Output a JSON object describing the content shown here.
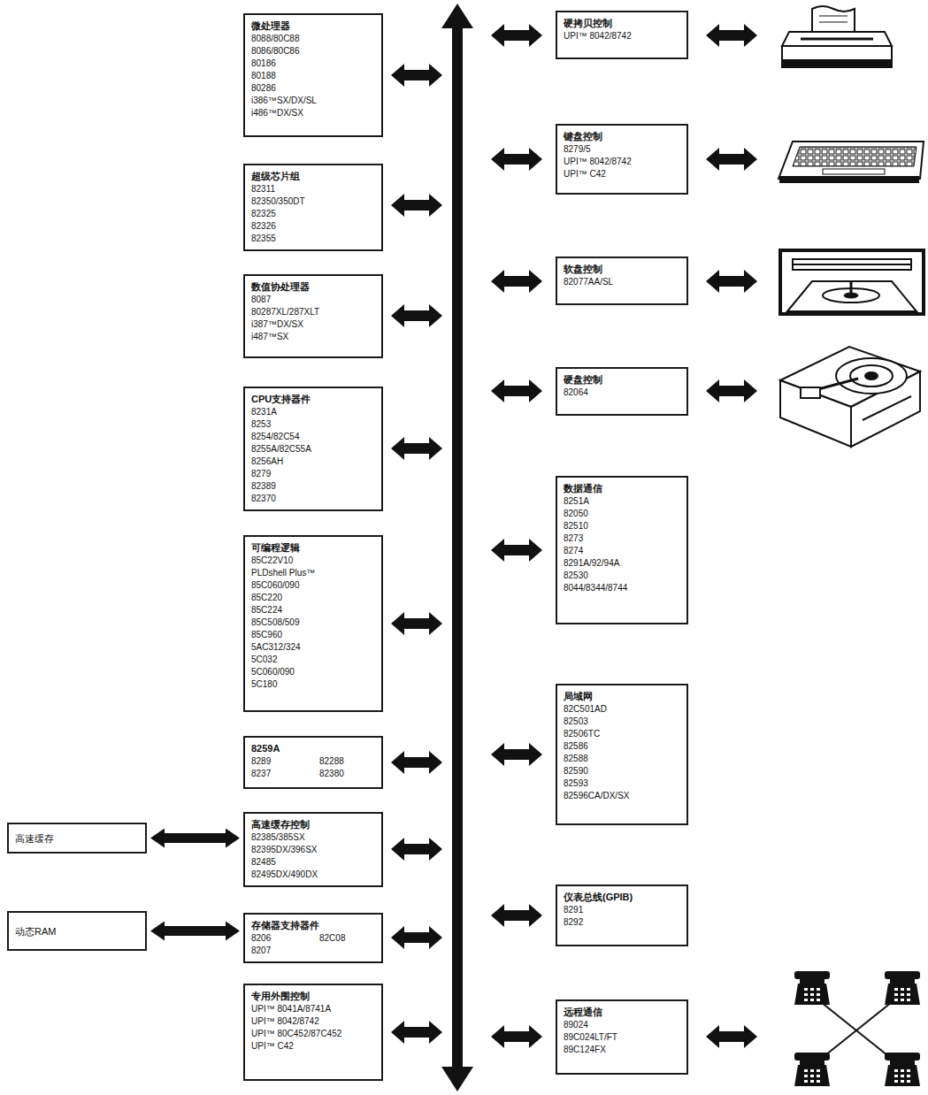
{
  "diagram": {
    "nodes": [
      {
        "text": [
          "微处理器",
          "8088/80C88",
          "8086/80C86",
          "80186",
          "80188",
          "80286",
          "i386™SX/DX/SL",
          "i486™DX/SX"
        ]
      },
      {
        "text": [
          "超级芯片组",
          "82311",
          "82350/350DT",
          "82325",
          "82326",
          "82355"
        ]
      },
      {
        "text": [
          "数值协处理器",
          "8087",
          "80287XL/287XLT",
          "i387™DX/SX",
          "i487™SX"
        ]
      },
      {
        "text": [
          "CPU支持器件",
          "8231A",
          "8253",
          "8254/82C54",
          "8255A/82C55A",
          "8256AH",
          "8279",
          "82389",
          "82370"
        ]
      },
      {
        "text": [
          "可编程逻辑",
          "85C22V10",
          "PLDshell Plus™",
          "85C060/090",
          "85C220",
          "85C224",
          "85C508/509",
          "85C960",
          "5AC312/324",
          "5C032",
          "5C060/090",
          "5C180"
        ]
      },
      {
        "text": [
          "8259A",
          "8289",
          "82288",
          "8237",
          "82380"
        ]
      },
      {
        "text": [
          "高速缓存控制",
          "82385/385SX",
          "82395DX/396SX",
          "82485",
          "82495DX/490DX"
        ]
      },
      {
        "text": [
          "存储器支持器件",
          "8206",
          "82C08",
          "8207"
        ]
      },
      {
        "text": [
          "专用外围控制",
          "UPI™ 8041A/8741A",
          "UPI™ 8042/8742",
          "UPI™ 80C452/87C452",
          "UPI™ C42"
        ]
      },
      {
        "text": [
          "高速缓存"
        ]
      },
      {
        "text": [
          "动态RAM"
        ]
      },
      {
        "text": [
          "硬拷贝控制",
          "UPI™ 8042/8742"
        ]
      },
      {
        "text": [
          "键盘控制",
          "8279/5",
          "UPI™ 8042/8742",
          "UPI™ C42"
        ]
      },
      {
        "text": [
          "软盘控制",
          "82077AA/SL"
        ]
      },
      {
        "text": [
          "硬盘控制",
          "82064"
        ]
      },
      {
        "text": [
          "数据通信",
          "8251A",
          "82050",
          "82510",
          "8273",
          "8274",
          "8291A/92/94A",
          "82530",
          "8044/8344/8744"
        ]
      },
      {
        "text": [
          "局域网",
          "82C501AD",
          "82503",
          "82506TC",
          "82586",
          "82588",
          "82590",
          "82593",
          "82596CA/DX/SX"
        ]
      },
      {
        "text": [
          "仪表总线(GPIB)",
          "8291",
          "8292"
        ]
      },
      {
        "text": [
          "远程通信",
          "89024",
          "89C024LT/FT",
          "89C124FX"
        ]
      }
    ],
    "edges": [
      {
        "from": 9,
        "to": 6,
        "arrow": "both"
      },
      {
        "from": 10,
        "to": 7,
        "arrow": "both"
      }
    ]
  }
}
